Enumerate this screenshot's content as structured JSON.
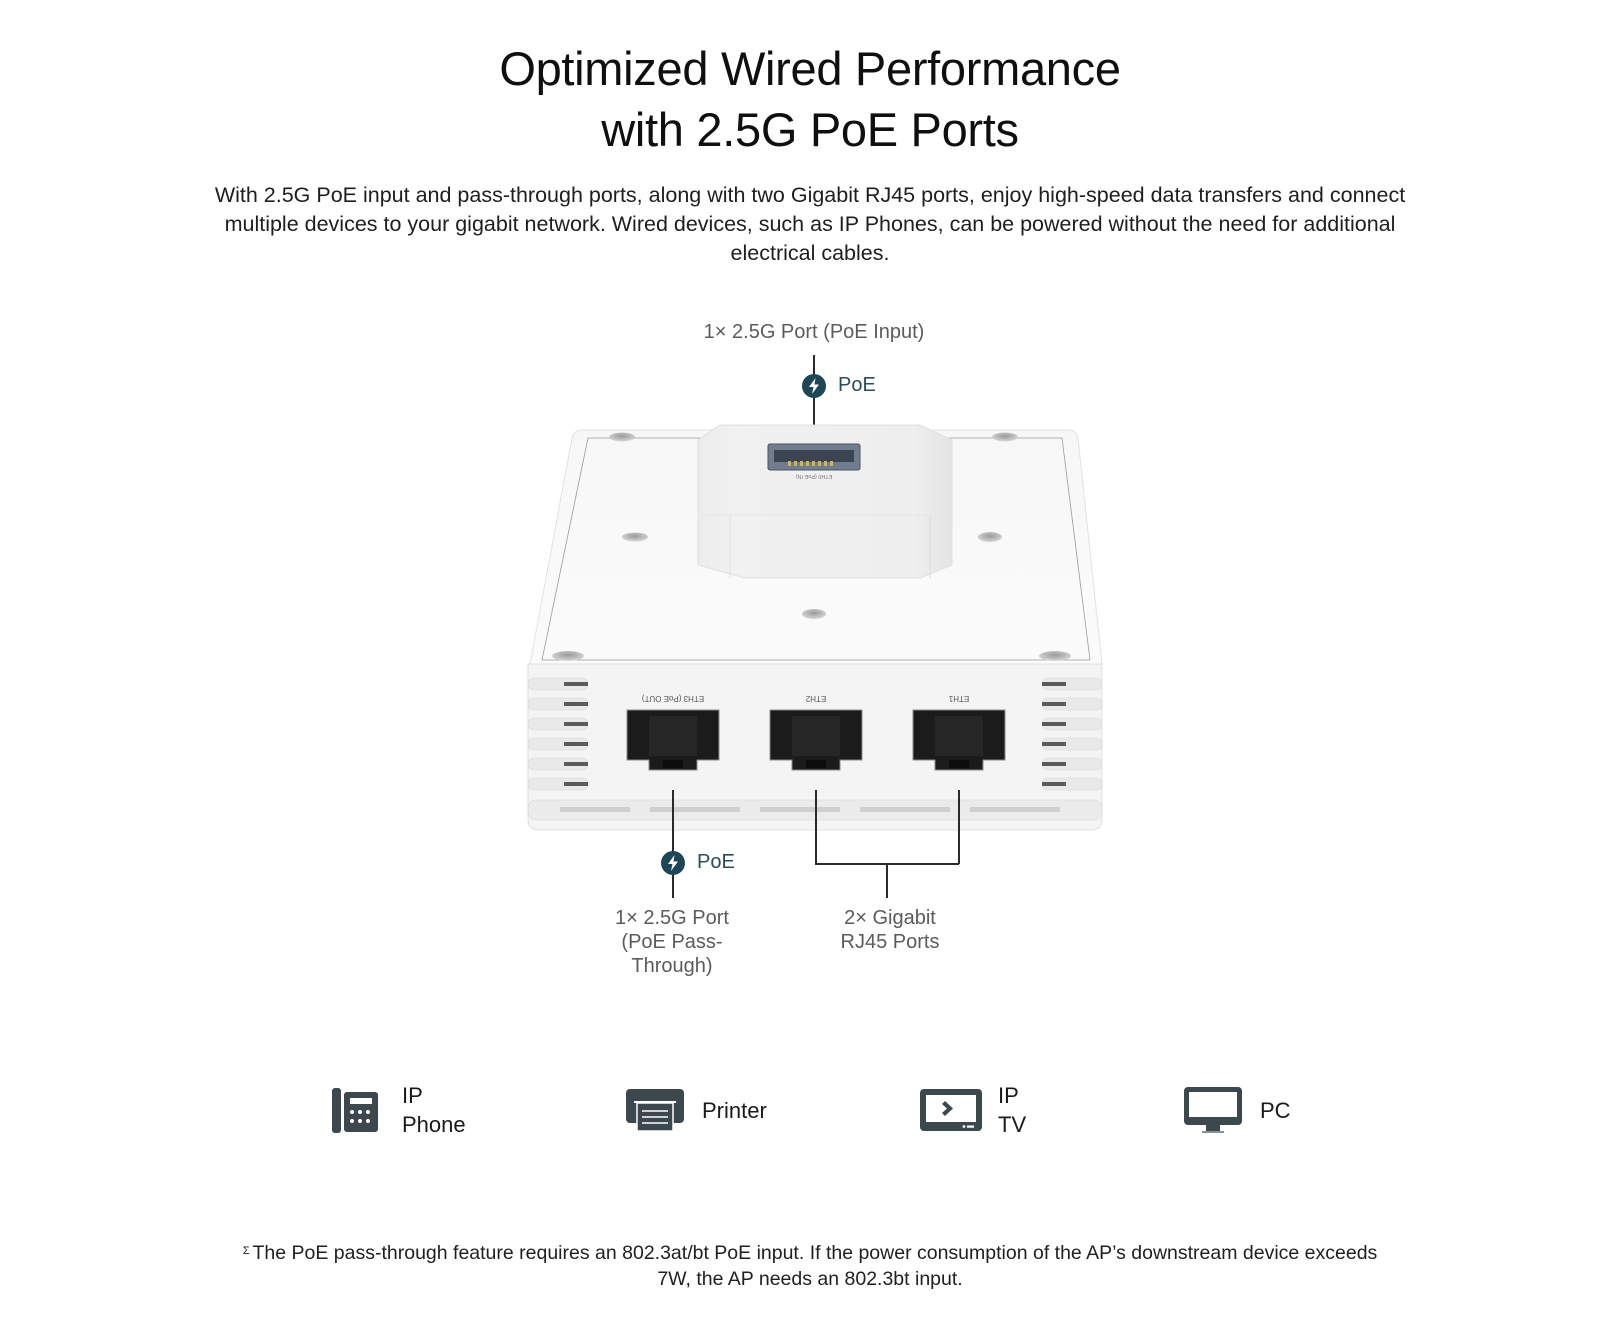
{
  "header": {
    "title_line1": "Optimized Wired Performance",
    "title_line2": "with 2.5G PoE Ports",
    "description": "With 2.5G PoE input and pass-through ports, along with two Gigabit RJ45 ports, enjoy high-speed data transfers and connect multiple devices to your gigabit network. Wired devices, such as IP Phones, can be powered without the need for additional electrical cables."
  },
  "diagram": {
    "top_port_label": "1× 2.5G Port (PoE Input)",
    "top_poe_badge": "PoE",
    "top_port_silkscreen": "ETH0 (PoE IN)",
    "bottom_ports": [
      {
        "silkscreen": "ETH3 (PoE OUT)"
      },
      {
        "silkscreen": "ETH2"
      },
      {
        "silkscreen": "ETH1"
      }
    ],
    "bottom_poe_badge": "PoE",
    "passthrough_label_line1": "1× 2.5G Port",
    "passthrough_label_line2": "(PoE Pass-",
    "passthrough_label_line3": "Through)",
    "gigabit_label_line1": "2× Gigabit",
    "gigabit_label_line2": "RJ45 Ports",
    "colors": {
      "poe_icon": "#1f4657",
      "poe_text": "#284d5f",
      "device_icon": "#3c474e",
      "callout_text": "#5b5b5b"
    }
  },
  "devices": [
    {
      "icon": "ip-phone-icon",
      "label_line1": "IP",
      "label_line2": "Phone"
    },
    {
      "icon": "printer-icon",
      "label_line1": "Printer",
      "label_line2": ""
    },
    {
      "icon": "ip-tv-icon",
      "label_line1": "IP",
      "label_line2": "TV"
    },
    {
      "icon": "pc-monitor-icon",
      "label_line1": "PC",
      "label_line2": ""
    }
  ],
  "footnote": {
    "marker": "Σ",
    "text_line1": "The PoE pass-through feature requires an 802.3at/bt PoE input. If the power consumption of the AP’s downstream device exceeds",
    "text_line2": "7W, the AP needs an 802.3bt input."
  }
}
